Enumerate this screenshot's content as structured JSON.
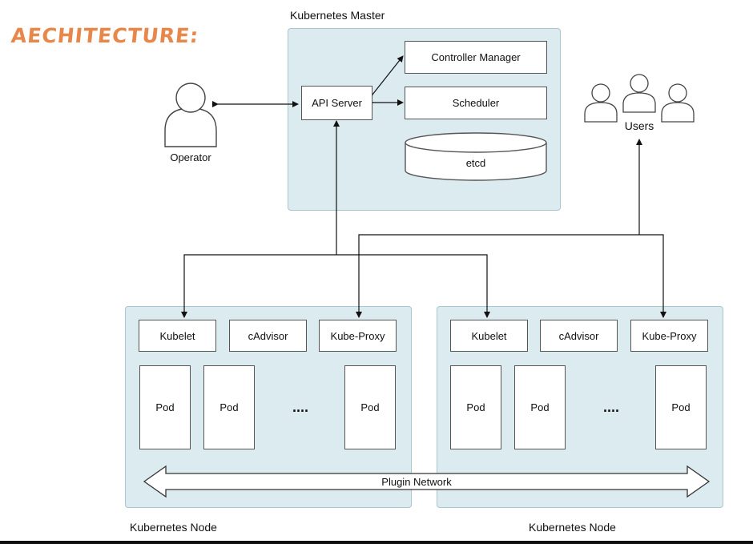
{
  "heading": "AECHITECTURE:",
  "master": {
    "label": "Kubernetes Master",
    "api_server": "API Server",
    "controller_manager": "Controller Manager",
    "scheduler": "Scheduler",
    "etcd": "etcd"
  },
  "operator_label": "Operator",
  "users_label": "Users",
  "nodes": [
    {
      "label": "Kubernetes Node",
      "kubelet": "Kubelet",
      "cadvisor": "cAdvisor",
      "kube_proxy": "Kube-Proxy",
      "pods": [
        "Pod",
        "Pod",
        "Pod"
      ],
      "ellipsis": "...."
    },
    {
      "label": "Kubernetes Node",
      "kubelet": "Kubelet",
      "cadvisor": "cAdvisor",
      "kube_proxy": "Kube-Proxy",
      "pods": [
        "Pod",
        "Pod",
        "Pod"
      ],
      "ellipsis": "...."
    }
  ],
  "plugin_network": "Plugin Network"
}
